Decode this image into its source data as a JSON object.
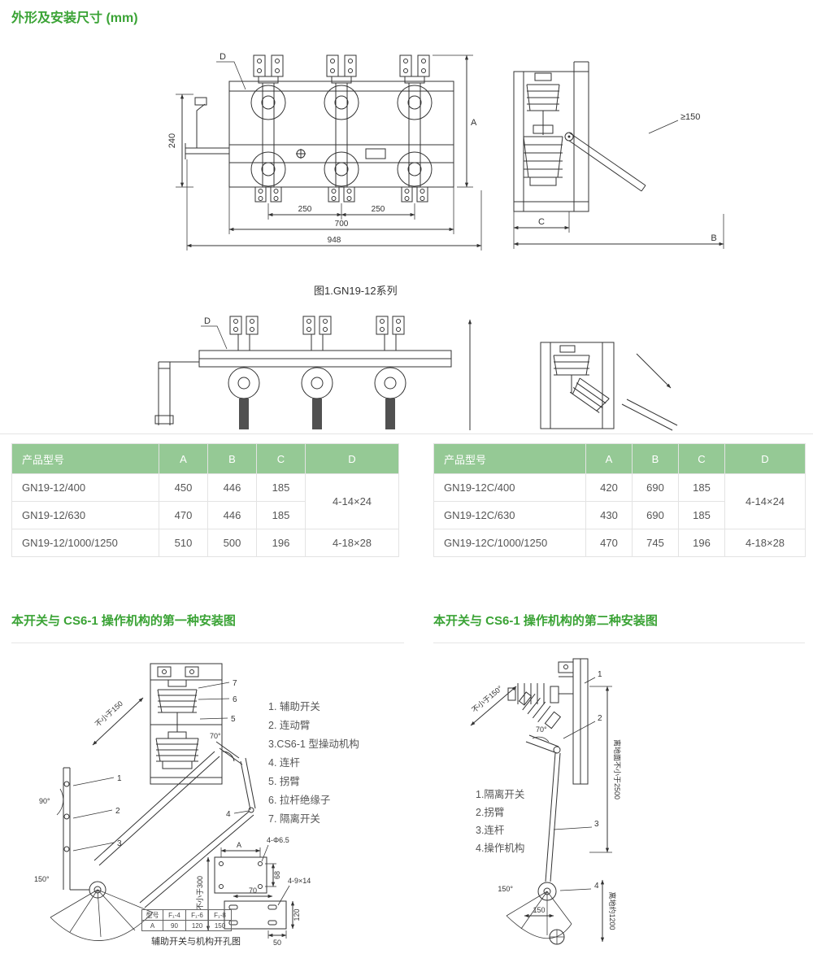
{
  "colors": {
    "accent_green": "#3aa335",
    "table_header_bg": "#95c995",
    "table_border": "#e3e3e3",
    "divider": "#e5e5e5",
    "line_color": "#333333",
    "text_dark": "#333333",
    "text_gray": "#555555"
  },
  "page_title": "外形及安装尺寸 (mm)",
  "fig1": {
    "caption": "图1.GN19-12系列",
    "labels": {
      "d": "D",
      "dim_240": "240",
      "dim_a": "A",
      "ge_150": "≥150",
      "dim_250_left": "250",
      "dim_250_right": "250",
      "dim_700": "700",
      "dim_948": "948",
      "dim_c": "C",
      "dim_b": "B"
    }
  },
  "fig2": {
    "labels": {
      "d": "D"
    }
  },
  "tables": {
    "left": {
      "headers": [
        "产品型号",
        "A",
        "B",
        "C",
        "D"
      ],
      "rows": [
        [
          "GN19-12/400",
          "450",
          "446",
          "185"
        ],
        [
          "GN19-12/630",
          "470",
          "446",
          "185"
        ],
        [
          "GN19-12/1000/1250",
          "510",
          "500",
          "196"
        ]
      ],
      "d_top": "4-14×24",
      "d_bottom": "4-18×28"
    },
    "right": {
      "headers": [
        "产品型号",
        "A",
        "B",
        "C",
        "D"
      ],
      "rows": [
        [
          "GN19-12C/400",
          "420",
          "690",
          "185"
        ],
        [
          "GN19-12C/630",
          "430",
          "690",
          "185"
        ],
        [
          "GN19-12C/1000/1250",
          "470",
          "745",
          "196"
        ]
      ],
      "d_top": "4-14×24",
      "d_bottom": "4-18×28"
    }
  },
  "section_left": {
    "title": "本开关与 CS6-1 操作机构的第一种安装图",
    "legend": [
      "1. 辅助开关",
      "2. 连动臂",
      "3.CS6-1 型操动机构",
      "4. 连杆",
      "5. 拐臂",
      "6. 拉杆绝缘子",
      "7. 隔离开关"
    ],
    "labels": {
      "min_150": "不小于150",
      "angle_90": "90°",
      "angle_150": "150°",
      "angle_70": "70°",
      "c1": "1",
      "c2": "2",
      "c3": "3",
      "c4": "4",
      "c5": "5",
      "c6": "6",
      "c7": "7",
      "holes_65": "4-Φ6.5",
      "dim_a": "A",
      "dim_68": "68",
      "min_300": "不小于300",
      "dim_70": "70",
      "holes_914": "4-9×14",
      "dim_120": "120",
      "dim_50": "50"
    },
    "mini_table": {
      "rows": [
        [
          "型号",
          "F₁-4",
          "F₁-6",
          "F₁-8"
        ],
        [
          "A",
          "90",
          "120",
          "150"
        ]
      ],
      "caption": "辅助开关与机构开孔图"
    }
  },
  "section_right": {
    "title": "本开关与 CS6-1 操作机构的第二种安装图",
    "legend": [
      "1.隔离开关",
      "2.拐臂",
      "3.连杆",
      "4.操作机构"
    ],
    "labels": {
      "min_150": "不小于150°",
      "angle_70": "70°",
      "height_2500": "离地面不小于2500",
      "angle_150": "150°",
      "dim_150": "150",
      "height_1200": "离地约1200",
      "c1": "1",
      "c2": "2",
      "c3": "3",
      "c4": "4"
    }
  }
}
